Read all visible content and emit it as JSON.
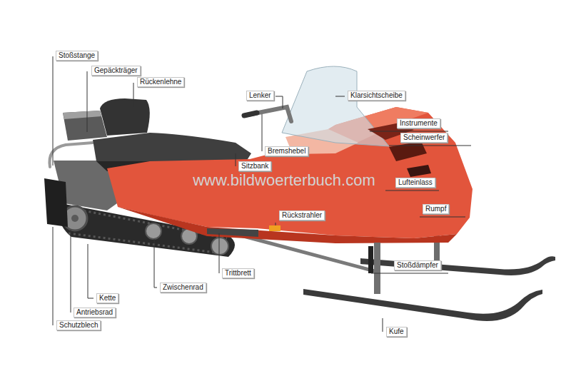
{
  "diagram": {
    "labels": [
      "Stoßstange",
      "Gepäckträger",
      "Rückenlehne",
      "Lenker",
      "Klarsichtscheibe",
      "Instrumente",
      "Scheinwerfer",
      "Bremshebel",
      "Sitzbank",
      "Lufteinlass",
      "Rumpf",
      "Rückstrahler",
      "Stoßdämpfer",
      "Kette",
      "Antriebsrad",
      "Schutzblech",
      "Zwischenrad",
      "Trittbrett",
      "Kufe",
      "www.bildwoerterbuch.com"
    ]
  }
}
